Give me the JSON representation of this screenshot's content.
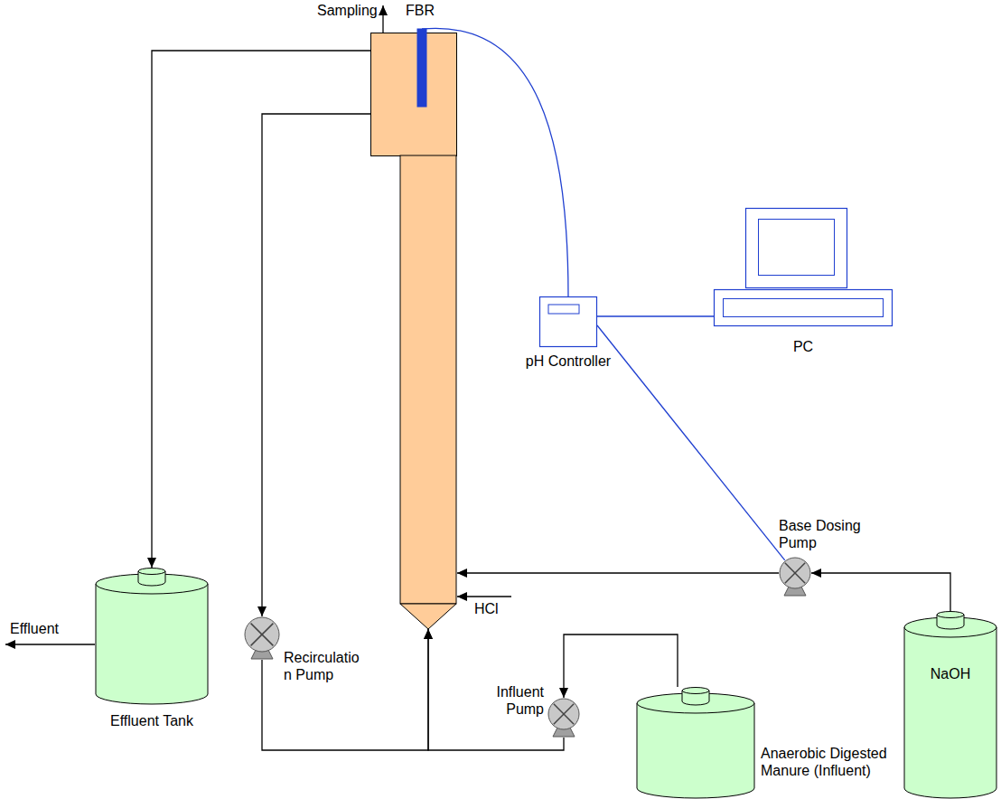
{
  "diagram": {
    "nodes": [
      {
        "text": [
          "FBR"
        ]
      },
      {
        "text": [
          "Effluent Tank"
        ]
      },
      {
        "text": [
          "Recirculatio n Pump"
        ]
      },
      {
        "text": [
          "pH Controller"
        ]
      },
      {
        "text": [
          "PC"
        ]
      },
      {
        "text": [
          "Base Dosing Pump"
        ]
      },
      {
        "text": [
          "Influent Pump"
        ]
      },
      {
        "text": [
          "Anaerobic Digested Manure (Influent)"
        ]
      },
      {
        "text": [
          "NaOH"
        ]
      }
    ],
    "edges": [
      {
        "from": 0,
        "to": 1,
        "arrow": "to"
      },
      {
        "from": 0,
        "to": 2,
        "arrow": "to"
      },
      {
        "from": 2,
        "to": 0,
        "arrow": "to"
      },
      {
        "from": 7,
        "to": 6,
        "arrow": "to"
      },
      {
        "from": 6,
        "to": 0,
        "arrow": "to"
      },
      {
        "from": 3,
        "to": 0,
        "arrow": "none"
      },
      {
        "from": 3,
        "to": 4,
        "arrow": "none"
      },
      {
        "from": 3,
        "to": 5,
        "arrow": "none"
      },
      {
        "from": 8,
        "to": 5,
        "arrow": "to"
      },
      {
        "from": 5,
        "to": 0,
        "arrow": "to"
      }
    ],
    "labels": [
      "Sampling",
      "Effluent",
      "HCl"
    ]
  }
}
